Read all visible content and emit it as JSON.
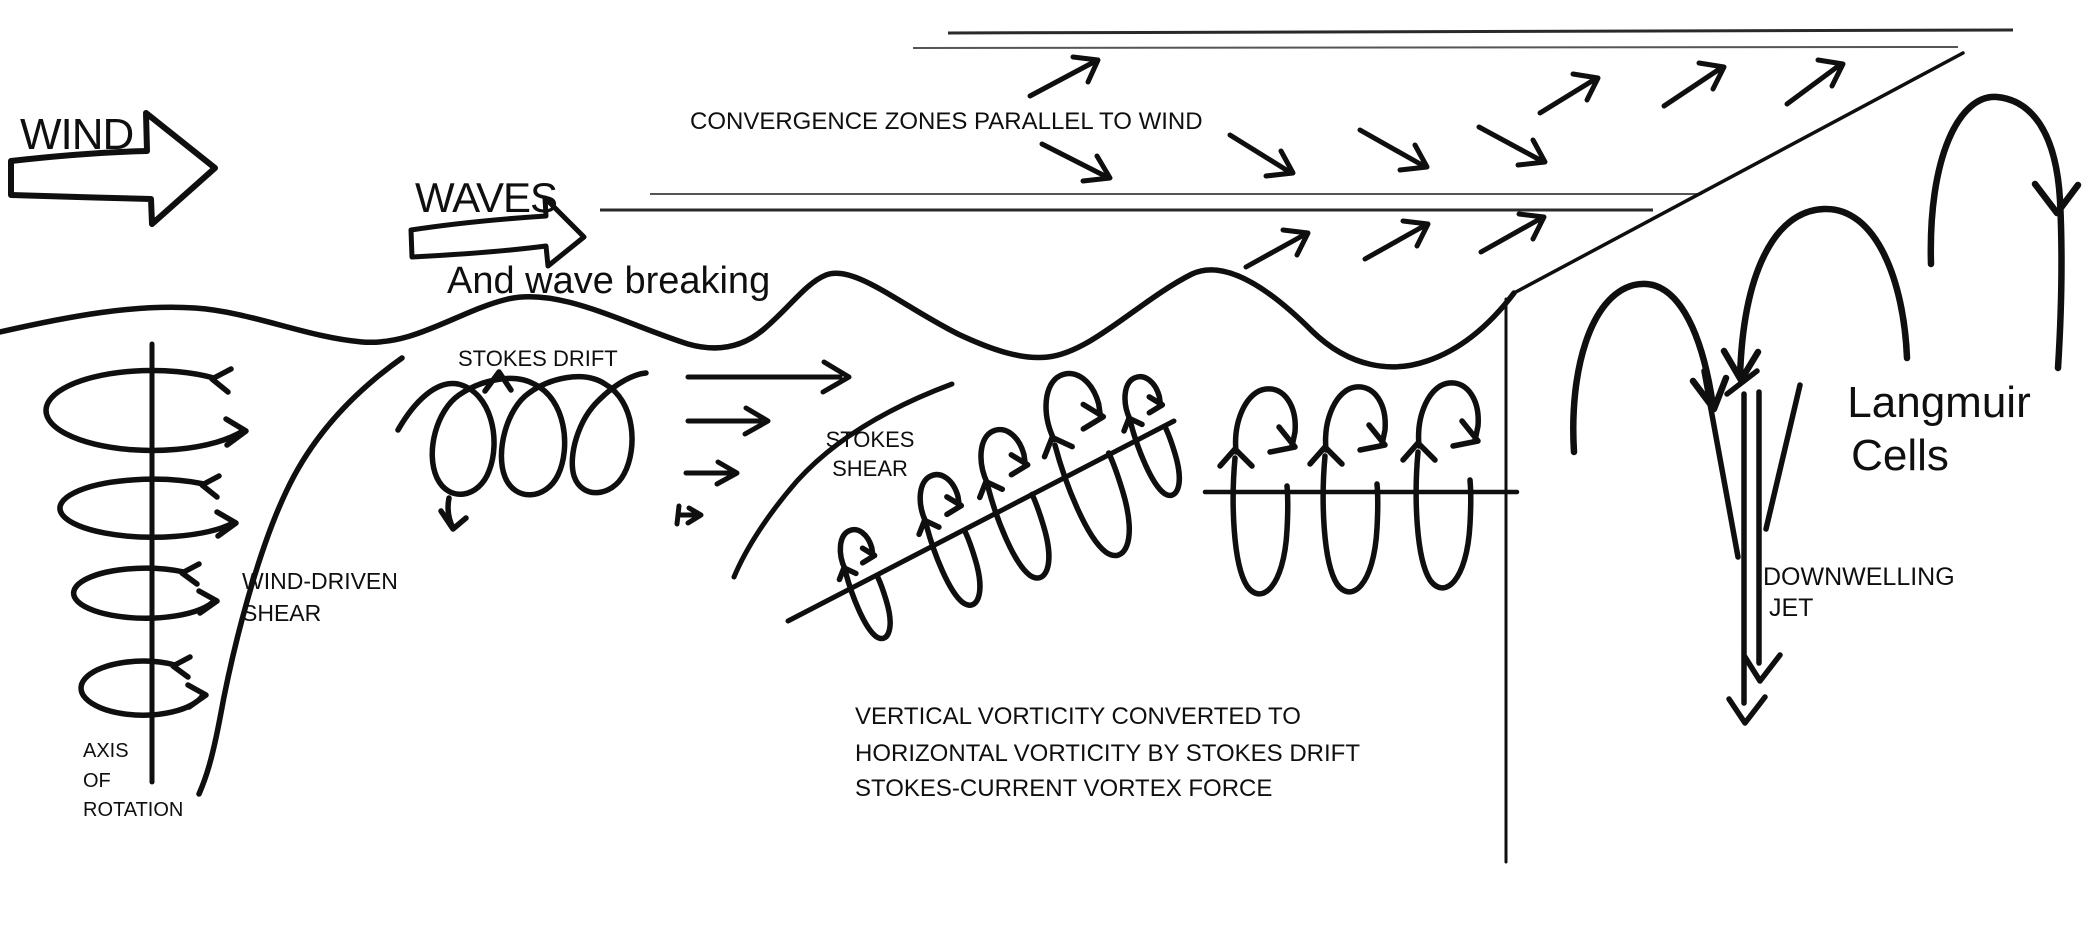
{
  "title": "Langmuir circulation hand-drawn schematic",
  "colors": {
    "ink": "#0f0f0f",
    "thin_line": "#2a2a2a",
    "background": "#ffffff"
  },
  "labels": {
    "wind": "WIND",
    "waves": "WAVES",
    "wave_breaking": "And wave breaking",
    "convergence": "CONVERGENCE ZONES PARALLEL TO WIND",
    "stokes_drift": "STOKES DRIFT",
    "stokes_shear": [
      "STOKES",
      "SHEAR"
    ],
    "wind_driven_shear": [
      "WIND-DRIVEN",
      "SHEAR"
    ],
    "axis_of_rotation": [
      "AXIS",
      "OF",
      "ROTATION"
    ],
    "vorticity_note": [
      "VERTICAL VORTICITY CONVERTED TO",
      "HORIZONTAL VORTICITY BY STOKES DRIFT",
      "STOKES-CURRENT VORTEX FORCE"
    ],
    "langmuir_cells": [
      "Langmuir",
      "Cells"
    ],
    "downwelling_jet": [
      "DOWNWELLING",
      "JET"
    ]
  }
}
